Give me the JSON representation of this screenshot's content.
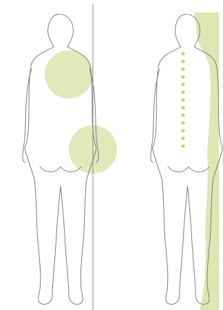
{
  "figure": {
    "panels": [
      {
        "id": "left-panel",
        "highlight": "circular-zones",
        "zones": 2
      },
      {
        "id": "right-panel",
        "highlight": "spine-dots-and-back-contour",
        "dot_count": 13
      }
    ]
  },
  "colors": {
    "accent": "#dde7b2",
    "accent_strong": "#c5d769",
    "outline": "#7a7a7a",
    "divider": "#8a8a8a",
    "background": "#ffffff"
  }
}
